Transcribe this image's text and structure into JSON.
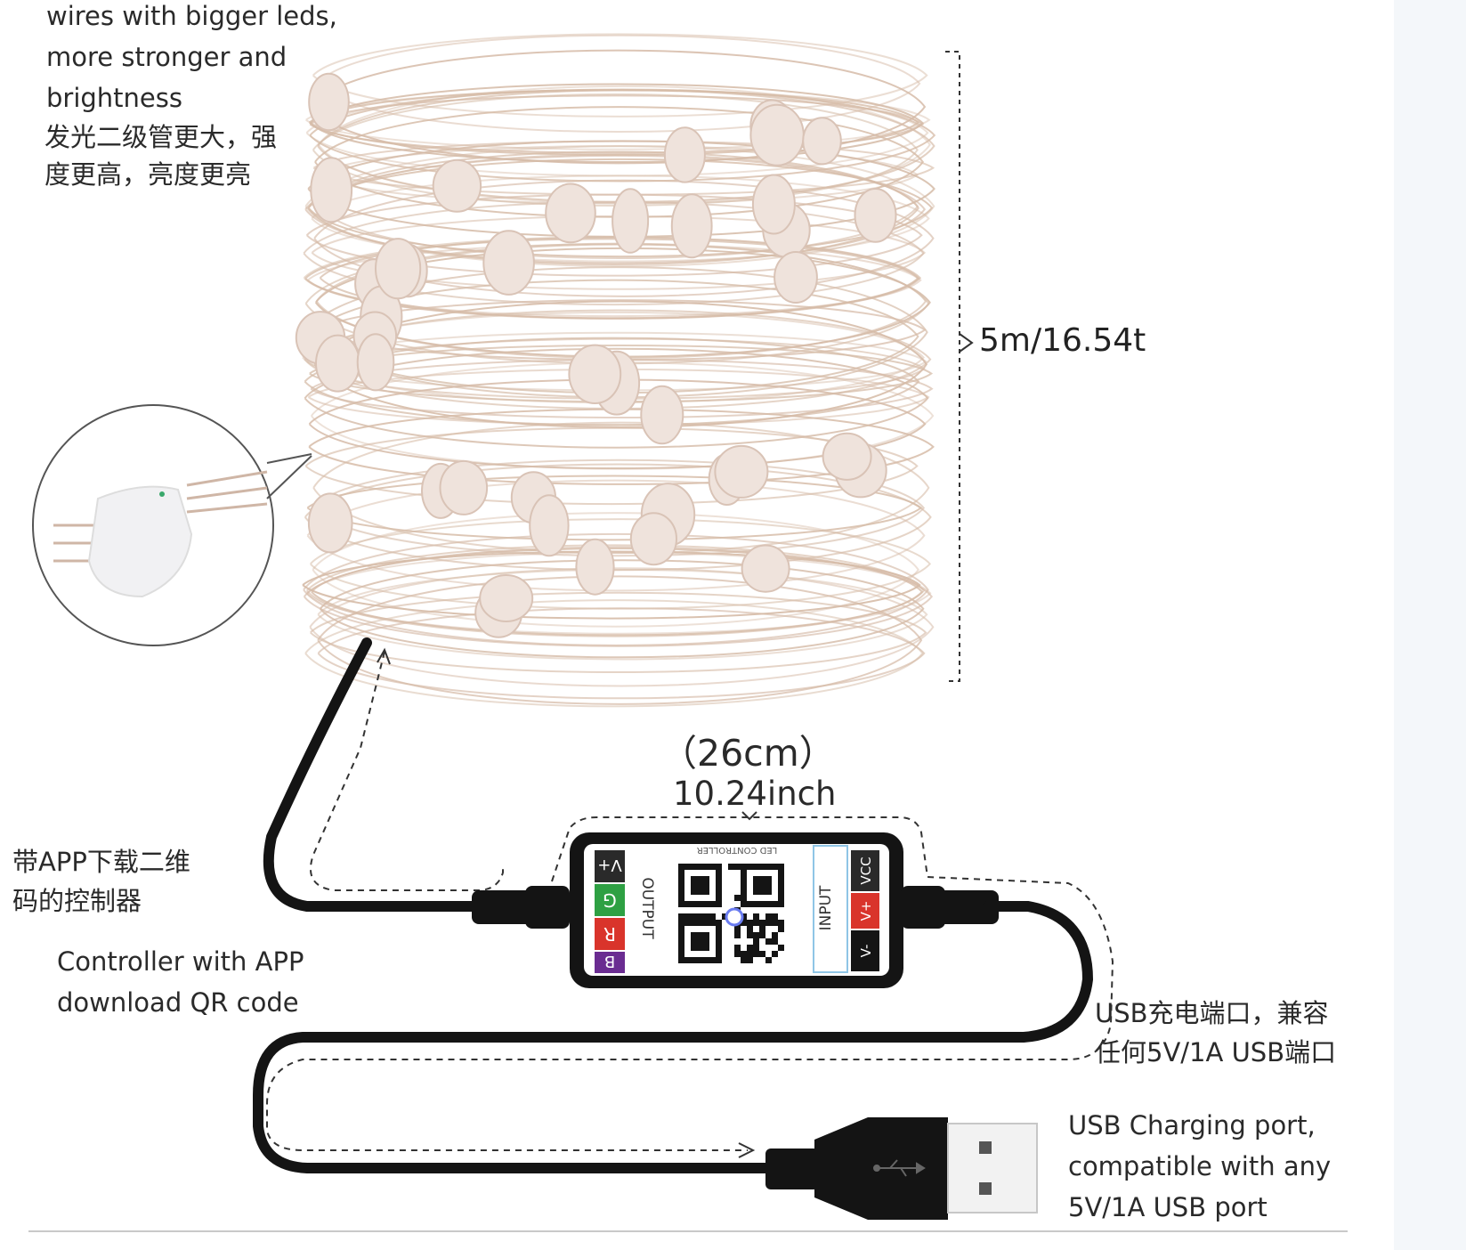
{
  "feature_note": {
    "en_lines": [
      "wires with bigger leds,",
      "more stronger and",
      "brightness"
    ],
    "cn_lines": [
      "发光二级管更大，强",
      "度更高，亮度更亮"
    ]
  },
  "length_label": "5m/16.54t",
  "controller_size": {
    "cm": "（26cm）",
    "inch": "10.24inch"
  },
  "controller_note": {
    "cn_lines": [
      "带APP下载二维",
      "码的控制器"
    ],
    "en_lines": [
      "Controller with APP",
      "download QR code"
    ]
  },
  "usb_note": {
    "cn_lines": [
      "USB充电端口，兼容",
      "任何5V/1A USB端口"
    ],
    "en_lines": [
      "USB Charging port,",
      "compatible with any",
      "5V/1A USB port"
    ]
  },
  "controller_labels": {
    "header": "LED CONTROLLER",
    "output": "OUTPUT",
    "input": "INPUT",
    "output_pins": [
      "V+",
      "G",
      "R",
      "B"
    ],
    "input_pins": [
      "VCC",
      "V+",
      "V-"
    ]
  },
  "colors": {
    "wire": "#d2b59f",
    "led": "#efe3dc",
    "cable": "#141414",
    "green_pin": "#2ea043",
    "red_pin": "#d9342b",
    "purple_pin": "#6a2c91"
  }
}
